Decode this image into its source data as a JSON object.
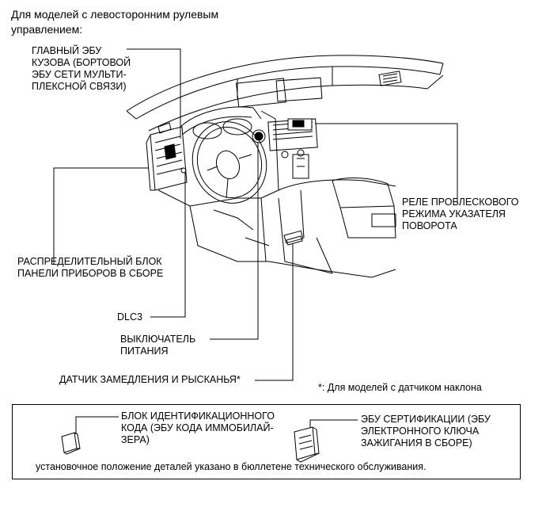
{
  "header": "Для моделей с левосторонним рулевым\nуправлением:",
  "labels": {
    "main_body_ecu": "ГЛАВНЫЙ ЭБУ\nКУЗОВА (БОРТОВОЙ\nЭБУ СЕТИ МУЛЬТИ-\nПЛЕКСНОЙ СВЯЗИ)",
    "flasher_relay": "РЕЛЕ ПРОБЛЕСКОВОГО\nРЕЖИМА УКАЗАТЕЛЯ\nПОВОРОТА",
    "junction_block": "РАСПРЕДЕЛИТЕЛЬНЫЙ БЛОК\nПАНЕЛИ ПРИБОРОВ В СБОРЕ",
    "dlc3": "DLC3",
    "power_switch": "ВЫКЛЮЧАТЕЛЬ\nПИТАНИЯ",
    "yaw_sensor": "ДАТЧИК ЗАМЕДЛЕНИЯ И РЫСКАНЬЯ*"
  },
  "footnote": "*: Для моделей с датчиком наклона",
  "box": {
    "id_code_box": "БЛОК ИДЕНТИФИКАЦИОННОГО\nКОДА (ЭБУ КОДА ИММОБИЛАЙ-\nЗЕРА)",
    "certification_ecu": "ЭБУ СЕРТИФИКАЦИИ (ЭБУ\nЭЛЕКТРОННОГО КЛЮЧА\nЗАЖИГАНИЯ В СБОРЕ)",
    "note": "установочное положение деталей указано в бюллетене технического обслуживания."
  }
}
